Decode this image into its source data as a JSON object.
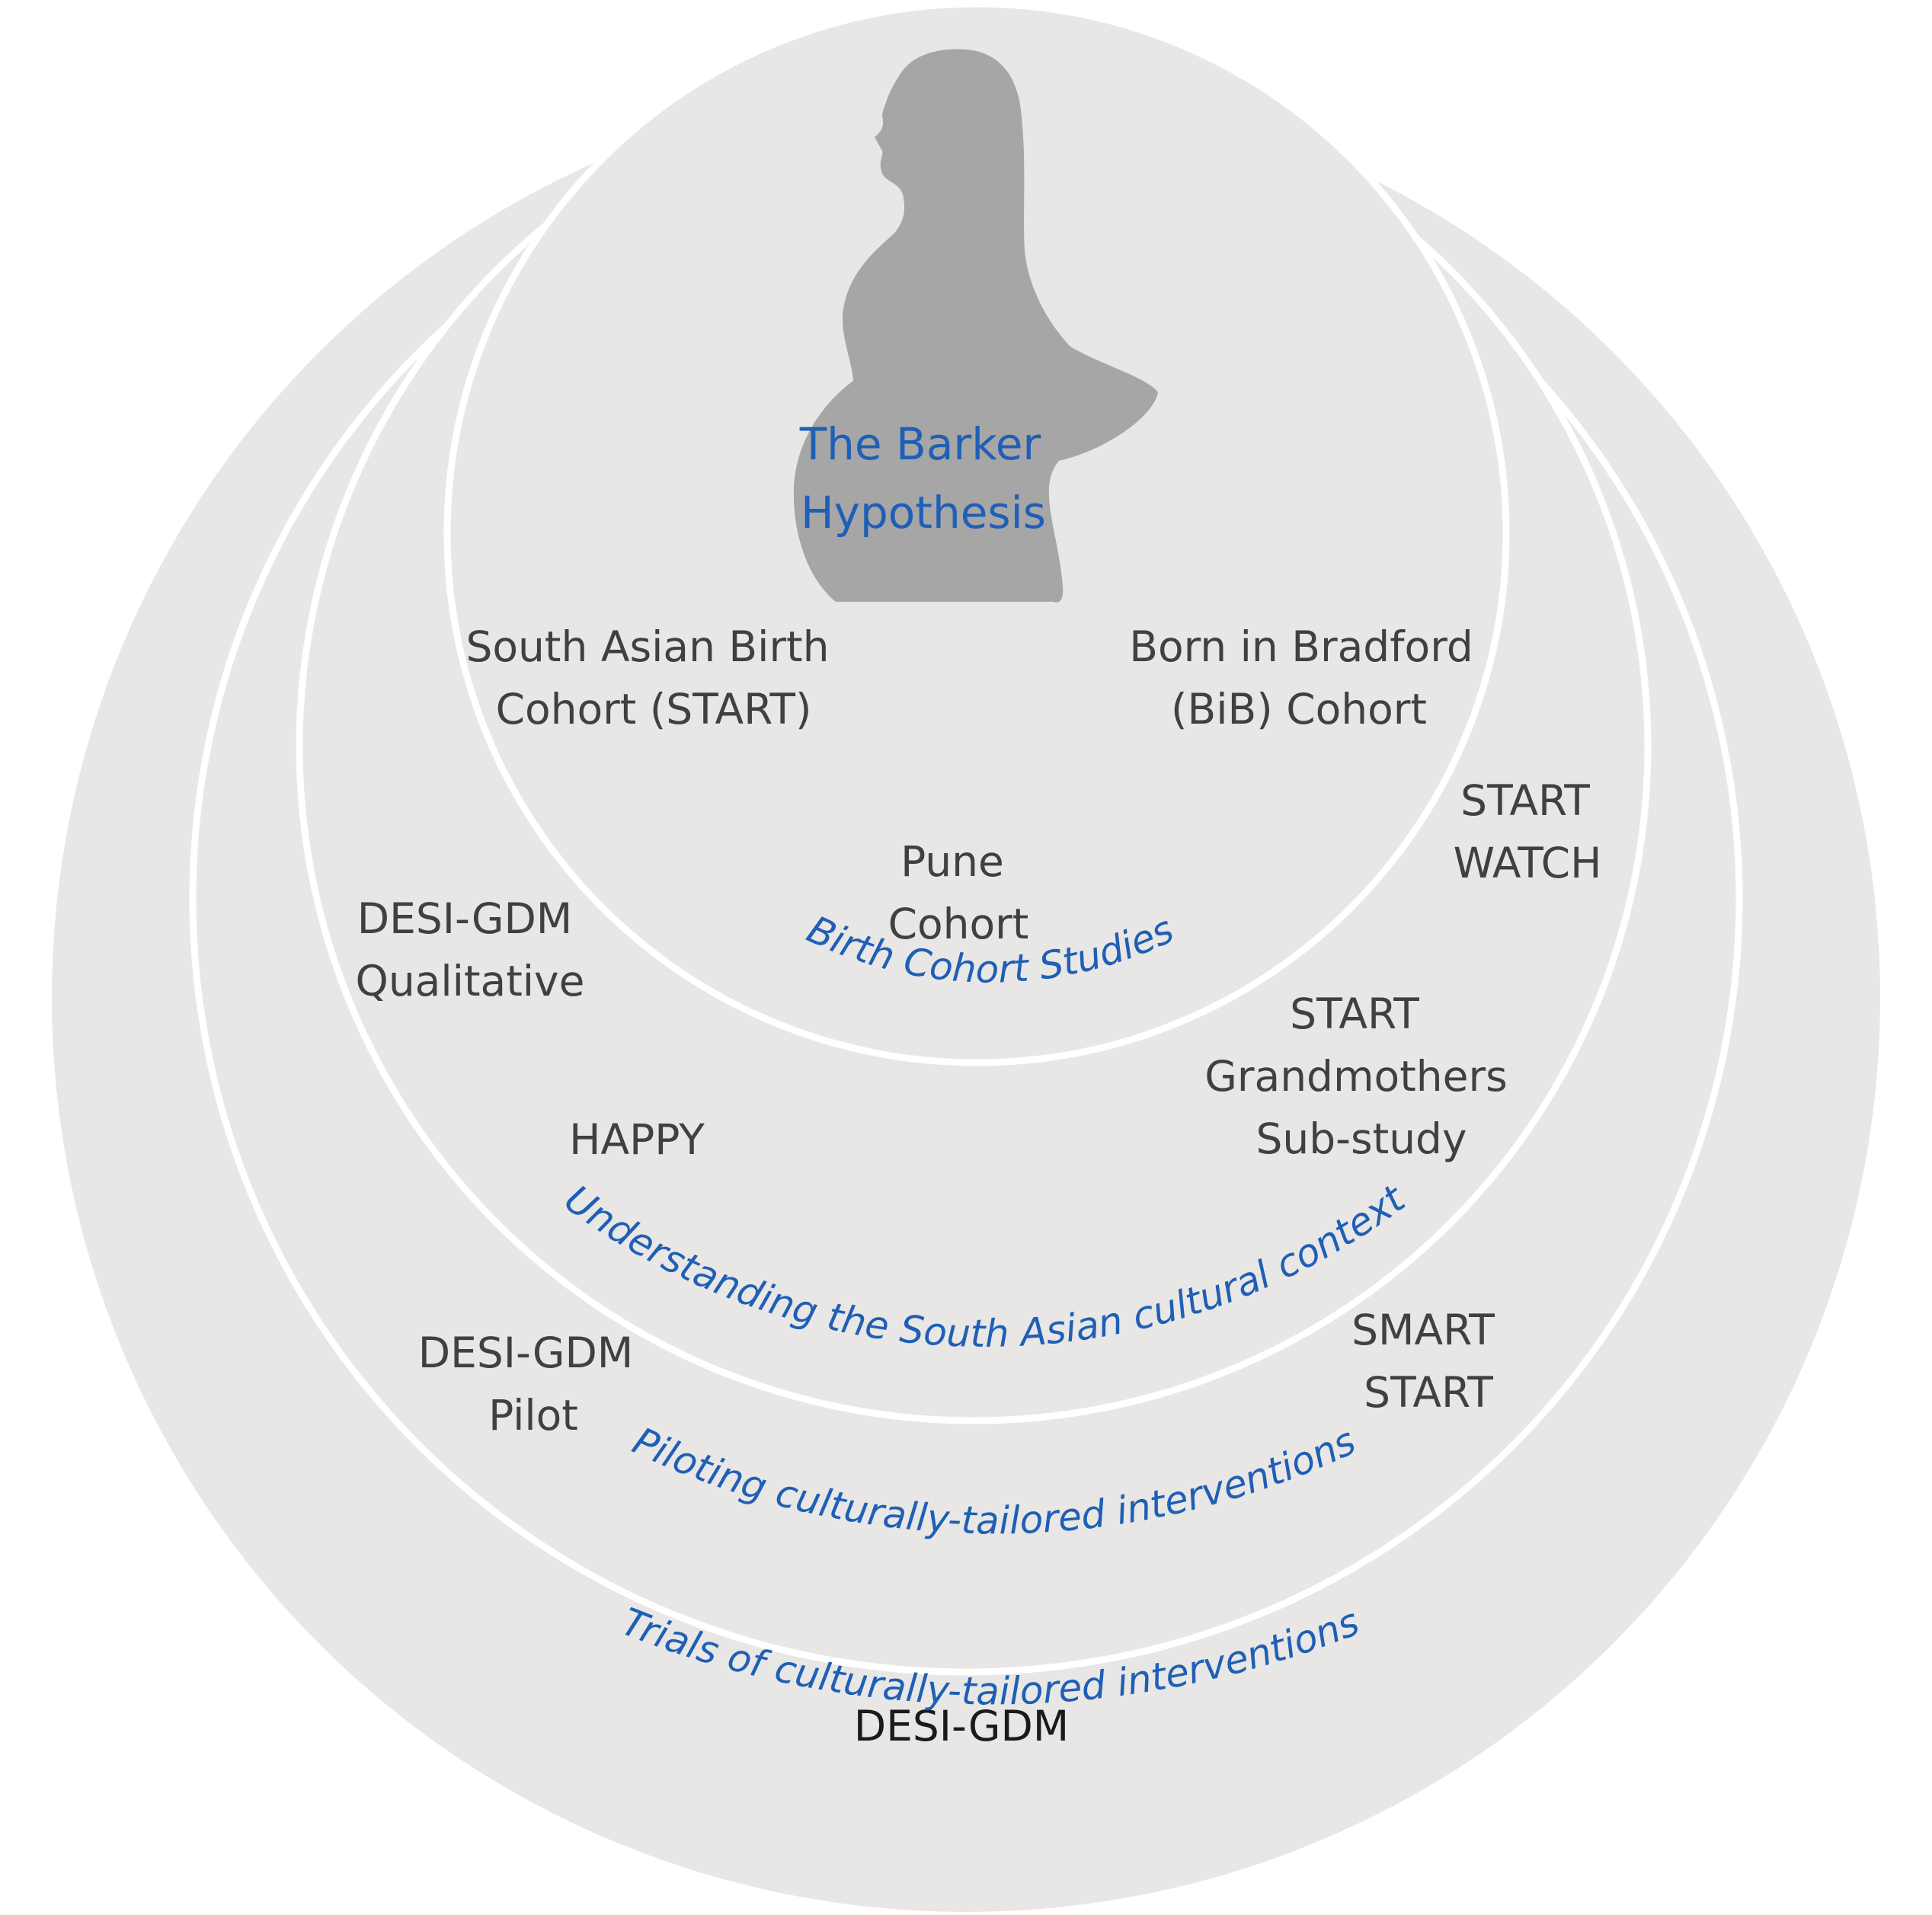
{
  "diagram": {
    "center": {
      "title_line1": "The Barker",
      "title_line2": "Hypothesis"
    },
    "rings": [
      {
        "label": "Birth Cohort Studies",
        "items": [
          {
            "lines": [
              "South Asian Birth",
              "Cohort (START)"
            ]
          },
          {
            "lines": [
              "Born in Bradford",
              "(BiB) Cohort"
            ]
          },
          {
            "lines": [
              "Pune",
              "Cohort"
            ]
          }
        ]
      },
      {
        "label": "Understanding the South Asian cultural context",
        "items": [
          {
            "lines": [
              "START",
              "WATCH"
            ]
          },
          {
            "lines": [
              "DESI-GDM",
              "Qualitative"
            ]
          },
          {
            "lines": [
              "START",
              "Grandmothers",
              "Sub-study"
            ]
          },
          {
            "lines": [
              "HAPPY"
            ]
          }
        ]
      },
      {
        "label": "Piloting culturally-tailored interventions",
        "items": [
          {
            "lines": [
              "DESI-GDM",
              "Pilot"
            ]
          },
          {
            "lines": [
              "SMART",
              "START"
            ]
          }
        ]
      },
      {
        "label": "Trials of culturally-tailored interventions",
        "items": [
          {
            "lines": [
              "DESI-GDM"
            ]
          }
        ]
      }
    ],
    "colors": {
      "circle_fill": "#e8e7e6",
      "circle_stroke": "#ffffff",
      "silhouette": "#a6a6a6",
      "label_blue": "#1f5fb5",
      "item_text": "#404040"
    },
    "icons": [
      "pregnant-woman-silhouette-icon"
    ]
  }
}
